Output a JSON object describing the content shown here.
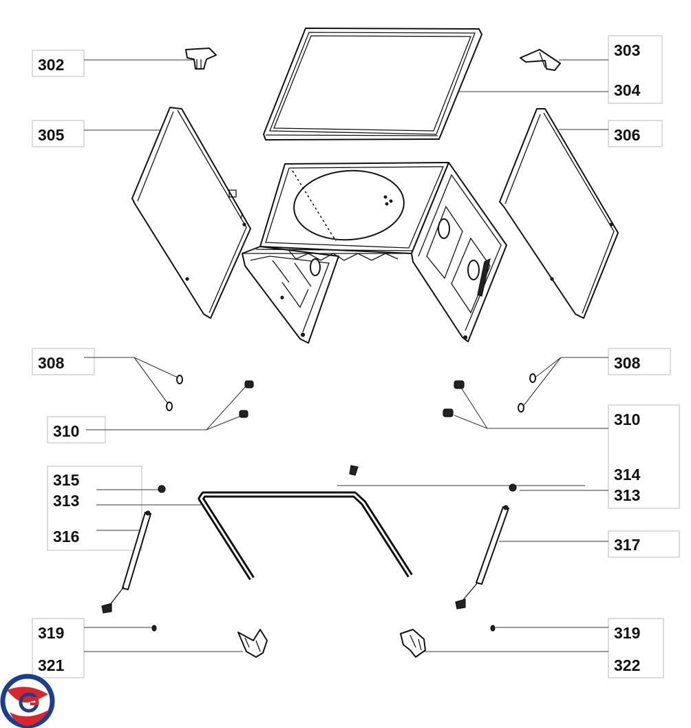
{
  "diagram": {
    "parts": {
      "p302": "302",
      "p303": "303",
      "p304": "304",
      "p305": "305",
      "p306": "306",
      "p308_left": "308",
      "p308_right": "308",
      "p310_left": "310",
      "p310_right": "310",
      "p314": "314",
      "p315": "315",
      "p313_left": "313",
      "p313_right": "313",
      "p316": "316",
      "p317": "317",
      "p319_left": "319",
      "p319_right": "319",
      "p321": "321",
      "p322": "322"
    },
    "logo": {
      "colors": [
        "#1b3f8f",
        "#d8262e"
      ]
    }
  }
}
